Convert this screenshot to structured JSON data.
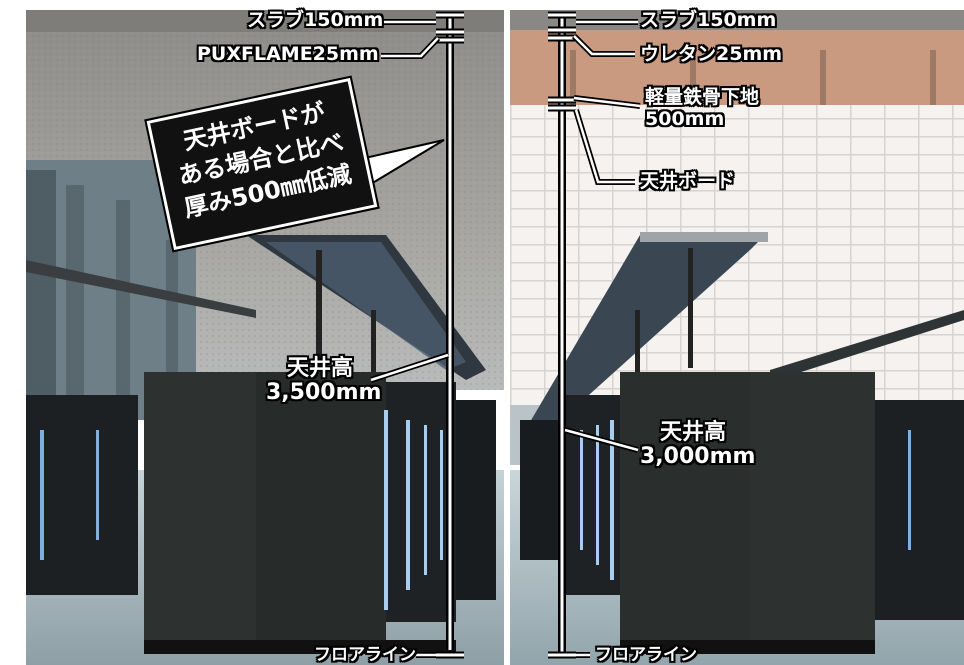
{
  "left": {
    "slab": "スラブ150mm",
    "insulation": "PUXFLAME25mm",
    "callout": [
      "天井ボードが",
      "ある場合と比べ",
      "厚み500㎜低減"
    ],
    "ceiling_height_label": "天井高",
    "ceiling_height_value": "3,500mm",
    "floor": "フロアライン"
  },
  "right": {
    "slab": "スラブ150mm",
    "insulation": "ウレタン25mm",
    "frame_label": "軽量鉄骨下地",
    "frame_value": "500mm",
    "board": "天井ボード",
    "ceiling_height_label": "天井高",
    "ceiling_height_value": "3,000mm",
    "floor": "フロアライン"
  },
  "colors": {
    "concrete": "#9a9894",
    "urethane": "#c99a80",
    "ceiling_board": "#ece8e4",
    "rack": "#2d3230",
    "floor": "#a8b6bc"
  }
}
